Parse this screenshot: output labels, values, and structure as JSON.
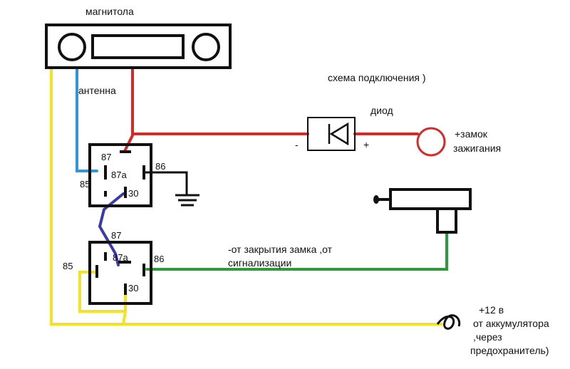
{
  "labels": {
    "radio": "магнитола",
    "antenna": "антенна",
    "scheme": "схема подключения )",
    "diode": "диод",
    "diode_minus": "-",
    "diode_plus": "+",
    "ignition_line1": "+замок",
    "ignition_line2": "зажигания",
    "lock_signal_line1": "-от закрытия замка ,от",
    "lock_signal_line2": "сигнализации",
    "battery_line1": "+12 в",
    "battery_line2": "от аккумулятора",
    "battery_line3": ",через",
    "battery_line4": "предохранитель)"
  },
  "relay1": {
    "pin87": "87",
    "pin87a": "87a",
    "pin86": "86",
    "pin85": "85",
    "pin30": "30"
  },
  "relay2": {
    "pin87": "87",
    "pin87a": "87a",
    "pin86": "86",
    "pin85": "85",
    "pin30": "30"
  },
  "colors": {
    "red": "#d42a2a",
    "blue": "#2f96d8",
    "yellow": "#f2e325",
    "green": "#2f9a3c",
    "purple": "#3a3aa8",
    "black": "#111111"
  }
}
